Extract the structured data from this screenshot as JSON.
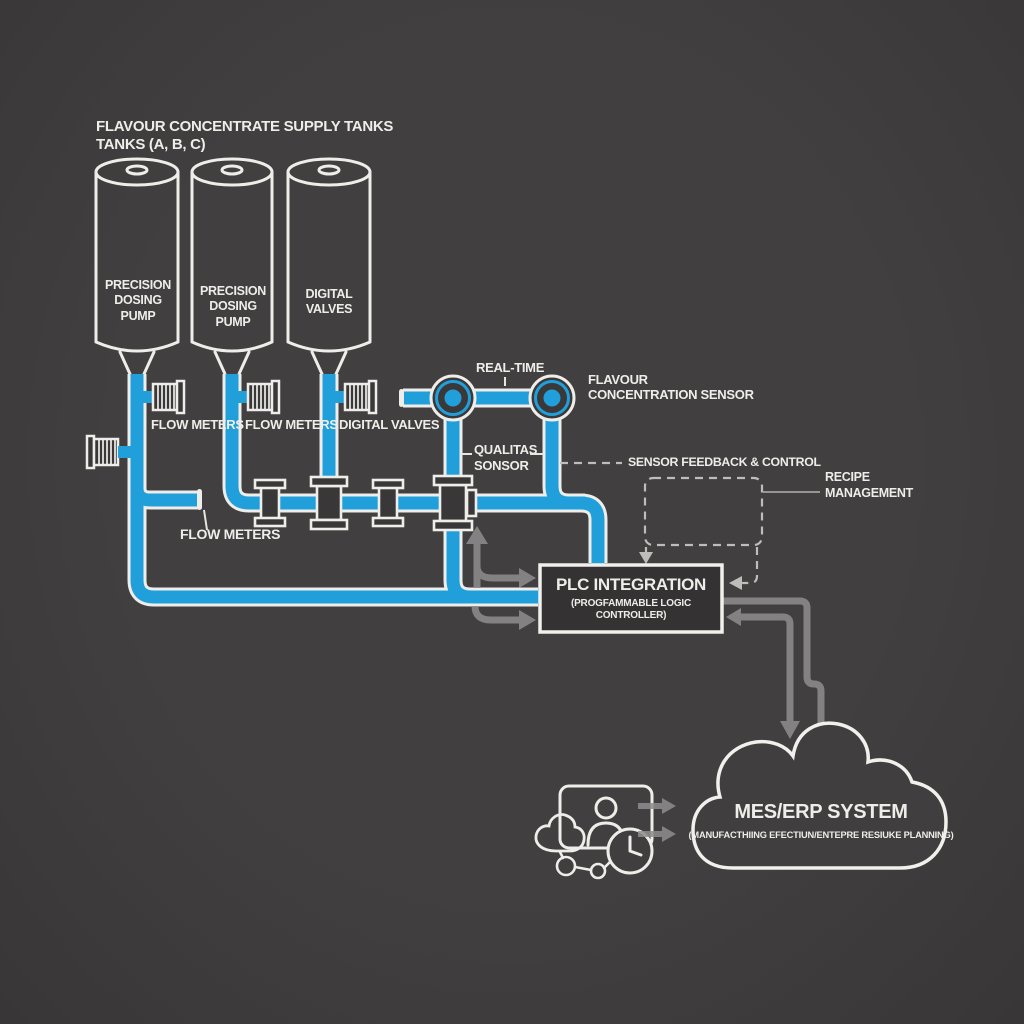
{
  "colors": {
    "background": "#403e3e",
    "pipe_blue": "#219fdb",
    "line_white": "#efede9",
    "arrow_gray": "#8f8d8d",
    "dashed_gray": "#bfbdbb",
    "box_fill": "#383636"
  },
  "header": {
    "title": "FLAVOUR CONCENTRATE SUPPLY TANKS\nTANKS (A, B, C)"
  },
  "tanks": [
    {
      "label": "PRECISION\nDOSING\nPUMP"
    },
    {
      "label": "PRECISION\nDOSING\nPUMP"
    },
    {
      "label": "DIGITAL\nVALVES"
    }
  ],
  "labels": {
    "flow_meters_1": "FLOW METERS",
    "flow_meters_2": "FLOW METERS",
    "digital_valves": "DIGITAL VALVES",
    "flow_meters_main": "FLOW METERS",
    "real_time": "REAL-TIME",
    "flavour_sensor": "FLAVOUR\nCONCENTRATION SENSOR",
    "quality_sensor": "QUALITAS\nSONSOR",
    "sensor_feedback": "SENSOR FEEDBACK & CONTROL",
    "recipe": "RECIPE\nMANAGEMENT"
  },
  "plc": {
    "title": "PLC INTEGRATION",
    "subtitle": "(PROGFAMMABLE LOGIC CONTROLLER)"
  },
  "mes": {
    "title": "MES/ERP SYSTEM",
    "subtitle": "(MANUFACTHIING EFECTIUN/ENTEPRE RESIUKE PLANNING)"
  }
}
